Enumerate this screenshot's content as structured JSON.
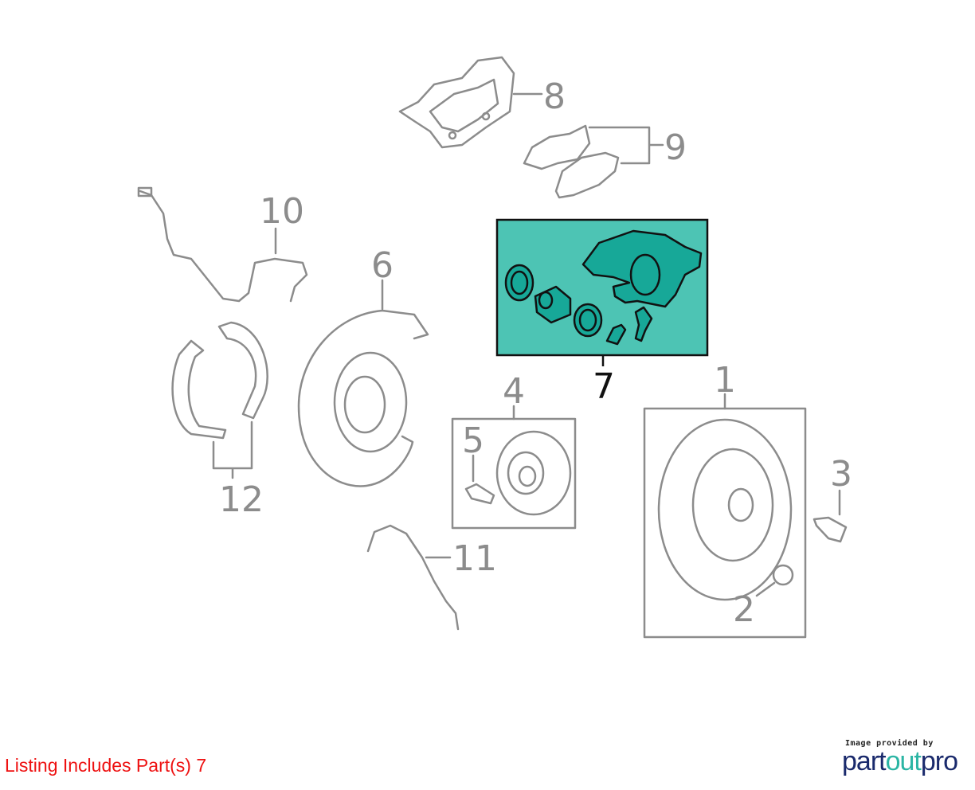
{
  "diagram": {
    "callouts": [
      "1",
      "2",
      "3",
      "4",
      "5",
      "6",
      "7",
      "8",
      "9",
      "10",
      "11",
      "12"
    ],
    "highlighted_part": "7",
    "colors": {
      "highlight_bg": "#4dc4b4",
      "highlight_part": "#17a898",
      "line": "#8c8c8c",
      "listing_text": "#ee1111"
    }
  },
  "footer": {
    "listing_text": "Listing Includes Part(s) 7",
    "logo_caption": "Image provided by",
    "logo_part1": "part",
    "logo_part2": "out",
    "logo_part3": "pro"
  }
}
